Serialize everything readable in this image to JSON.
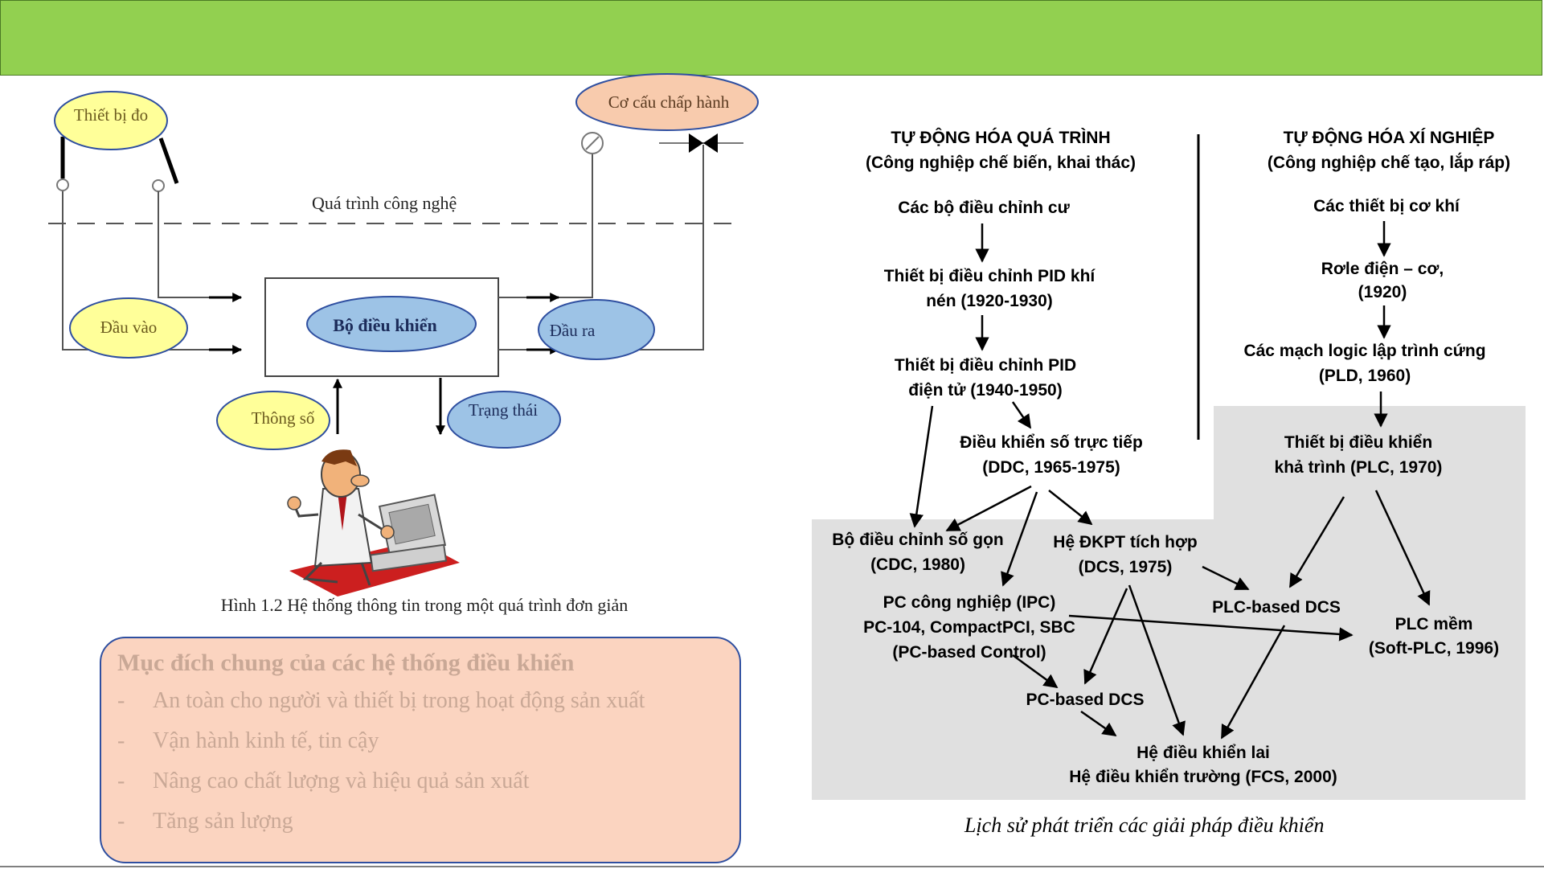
{
  "left_diagram": {
    "measuring_device": "Thiết bị đo",
    "actuator": "Cơ cấu chấp hành",
    "process": "Quá trình công nghệ",
    "input": "Đầu vào",
    "controller": "Bộ điều khiển",
    "output": "Đầu ra",
    "parameters": "Thông số",
    "state": "Trạng thái",
    "caption": "Hình 1.2 Hệ thống thông tin trong một quá trình đơn giản"
  },
  "purpose": {
    "title": "Mục đích chung của các hệ thống điều khiển",
    "items": [
      "An toàn cho người và thiết bị trong hoạt động sản xuất",
      "Vận hành kinh tế, tin cậy",
      "Nâng cao chất lượng và hiệu quả sản xuất",
      "Tăng sản lượng"
    ]
  },
  "history": {
    "process_title": "TỰ ĐỘNG HÓA QUÁ TRÌNH",
    "process_subtitle": "(Công nghiệp chế biến, khai thác)",
    "factory_title": "TỰ ĐỘNG HÓA XÍ NGHIỆP",
    "factory_subtitle": "(Công nghiệp chế tạo, lắp ráp)",
    "n1": "Các bộ điều chỉnh cư",
    "n2a": "Thiết bị điều chỉnh PID khí",
    "n2b": "nén (1920-1930)",
    "n3a": "Thiết bị điều chỉnh PID",
    "n3b": "điện tử (1940-1950)",
    "n4a": "Điều khiển số trực tiếp",
    "n4b": "(DDC, 1965-1975)",
    "f1": "Các thiết bị cơ khí",
    "f2a": "Rơle điện – cơ,",
    "f2b": "(1920)",
    "f3a": "Các mạch logic lập trình cứng",
    "f3b": "(PLD, 1960)",
    "f4a": "Thiết bị điều khiển",
    "f4b": "khả trình (PLC, 1970)",
    "cdc_a": "Bộ điều chỉnh số gọn",
    "cdc_b": "(CDC, 1980)",
    "dcs_a": "Hệ ĐKPT tích hợp",
    "dcs_b": "(DCS, 1975)",
    "plcdcs": "PLC-based DCS",
    "ipc_a": "PC công nghiệp (IPC)",
    "ipc_b": "PC-104, CompactPCI, SBC",
    "ipc_c": "(PC-based Control)",
    "softplc_a": "PLC mềm",
    "softplc_b": "(Soft-PLC, 1996)",
    "pcdcs": "PC-based DCS",
    "hybrid_a": "Hệ điều khiển lai",
    "hybrid_b": "Hệ điều khiển trường (FCS, 2000)",
    "caption": "Lịch sử phát triển các giải pháp điều khiển"
  },
  "colors": {
    "banner": "#92d050",
    "yellow_ellipse": "#ffff99",
    "blue_ellipse": "#9dc3e6",
    "salmon_ellipse": "#f8cbad",
    "purpose_bg": "#fbd4c0",
    "history_gray": "#e0e0e0"
  }
}
